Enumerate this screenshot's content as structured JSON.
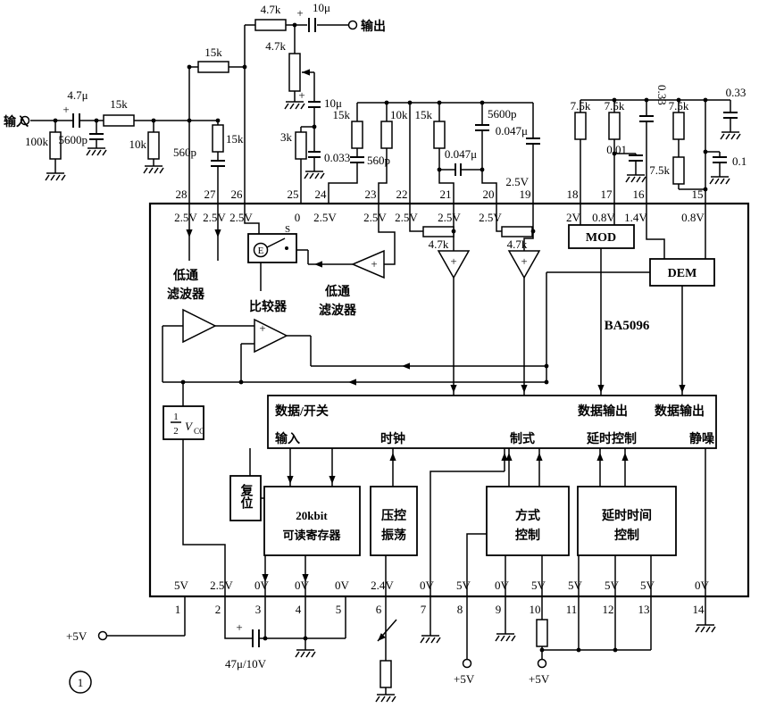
{
  "ic": {
    "name": "BA5096",
    "top_pins": [
      {
        "num": "28",
        "volt": "2.5V"
      },
      {
        "num": "27",
        "volt": "2.5V"
      },
      {
        "num": "26",
        "volt": "2.5V"
      },
      {
        "num": "25",
        "volt": "0"
      },
      {
        "num": "24",
        "volt": "2.5V"
      },
      {
        "num": "23",
        "volt": "2.5V"
      },
      {
        "num": "22",
        "volt": "2.5V"
      },
      {
        "num": "21",
        "volt": "2.5V"
      },
      {
        "num": "20",
        "volt": "2.5V"
      },
      {
        "num": "19",
        "volt": "2.5V"
      },
      {
        "num": "18",
        "volt": "2V"
      },
      {
        "num": "17",
        "volt": "0.8V"
      },
      {
        "num": "16",
        "volt": "1.4V"
      },
      {
        "num": "15",
        "volt": "0.8V"
      }
    ],
    "bottom_pins": [
      {
        "num": "1",
        "volt": "5V"
      },
      {
        "num": "2",
        "volt": "2.5V"
      },
      {
        "num": "3",
        "volt": "0V"
      },
      {
        "num": "4",
        "volt": "0V"
      },
      {
        "num": "5",
        "volt": "0V"
      },
      {
        "num": "6",
        "volt": "2.4V"
      },
      {
        "num": "7",
        "volt": "0V"
      },
      {
        "num": "8",
        "volt": "5V"
      },
      {
        "num": "9",
        "volt": "0V"
      },
      {
        "num": "10",
        "volt": "5V"
      },
      {
        "num": "11",
        "volt": "5V"
      },
      {
        "num": "12",
        "volt": "5V"
      },
      {
        "num": "13",
        "volt": "5V"
      },
      {
        "num": "14",
        "volt": "0V"
      }
    ],
    "blocks": {
      "lpf1_line1": "低通",
      "lpf1_line2": "滤波器",
      "comparator": "比较器",
      "lpf2_line1": "低通",
      "lpf2_line2": "滤波器",
      "switch_e": "E",
      "switch_s": "S",
      "plus": "+",
      "res_a": "4.7k",
      "res_b": "4.7k",
      "mod": "MOD",
      "dem": "DEM",
      "vcc_num": "1",
      "vcc_den": "2",
      "vcc_v": "V",
      "vcc_sub": "CC",
      "reset": "复位",
      "register_line1": "20kbit",
      "register_line2": "可读寄存器",
      "vco_line1": "压控",
      "vco_line2": "振荡",
      "mode_line1": "方式",
      "mode_line2": "控制",
      "delay_line1": "延时时间",
      "delay_line2": "控制"
    },
    "bus": {
      "data_switch": "数据/开关",
      "input": "输入",
      "clock": "时钟",
      "system": "制式",
      "data_out1": "数据输出",
      "delay_ctrl": "延时控制",
      "data_out2": "数据输出",
      "mute": "静噪"
    }
  },
  "external": {
    "input_label": "输入",
    "output_label": "输出",
    "plus": "+",
    "r_fb_top": "4.7k",
    "c_out": "10μ",
    "r_fb": "15k",
    "pot": "4.7k",
    "c_in": "4.7μ",
    "r_in": "15k",
    "r_gnd1": "100k",
    "c_gnd1": "5600p",
    "r_gnd2": "10k",
    "r27": "15k",
    "c27": "560p",
    "c_mid": "10μ",
    "r25": "3k",
    "c_mid2": "0.033",
    "r24": "15k",
    "c24": "560p",
    "r23": "10k",
    "r21": "15k",
    "c20": "5600p",
    "c21": "0.047μ",
    "c19": "0.047μ",
    "v19_note": "2.5V",
    "r18": "7.5k",
    "r17": "7.5k",
    "c16": "0.33",
    "r16": "7.5k",
    "c_rail": "0.33",
    "c17": "0.01",
    "r15": "7.5k",
    "c15": "0.1",
    "plus5_left": "+5V",
    "c_p2": "47μ/10V",
    "plus5_p8": "+5V",
    "plus5_p10": "+5V"
  },
  "figure": {
    "number": "1"
  }
}
